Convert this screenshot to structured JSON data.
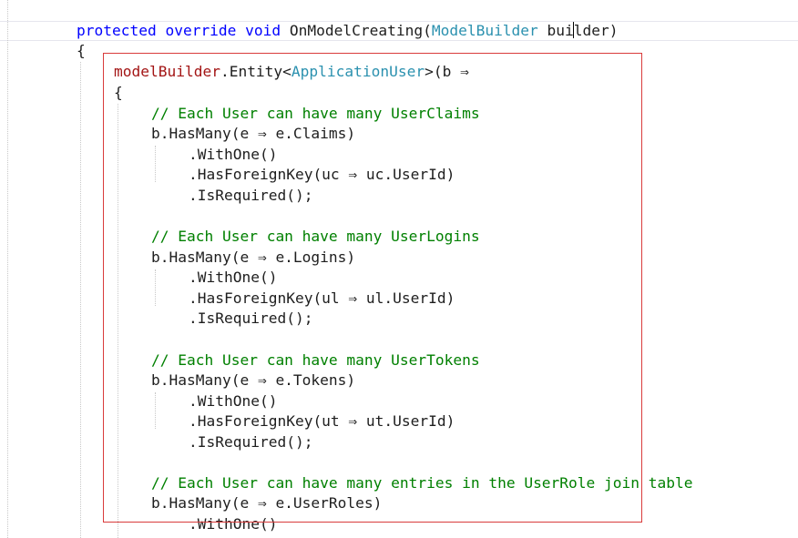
{
  "editor": {
    "signature": {
      "modifiers": "protected override void",
      "method": "OnModelCreating(",
      "param_type": "ModelBuilder",
      "param_name_before_caret": "bui",
      "param_name_after_caret": "lder",
      "close": ")"
    },
    "open_brace": "{",
    "entity_line": {
      "receiver": "modelBuilder",
      "call": ".Entity<",
      "generic_type": "ApplicationUser",
      "rest": ">(b ⇒"
    },
    "inner_brace": "{",
    "blocks": [
      {
        "comment": "// Each User can have many UserClaims",
        "has_many": "b.HasMany(e ⇒ e.Claims)",
        "with_one": ".WithOne()",
        "foreign_key": ".HasForeignKey(uc ⇒ uc.UserId)",
        "is_required": ".IsRequired();"
      },
      {
        "comment": "// Each User can have many UserLogins",
        "has_many": "b.HasMany(e ⇒ e.Logins)",
        "with_one": ".WithOne()",
        "foreign_key": ".HasForeignKey(ul ⇒ ul.UserId)",
        "is_required": ".IsRequired();"
      },
      {
        "comment": "// Each User can have many UserTokens",
        "has_many": "b.HasMany(e ⇒ e.Tokens)",
        "with_one": ".WithOne()",
        "foreign_key": ".HasForeignKey(ut ⇒ ut.UserId)",
        "is_required": ".IsRequired();"
      },
      {
        "comment": "// Each User can have many entries in the UserRole join table",
        "has_many": "b.HasMany(e ⇒ e.UserRoles)",
        "with_one": ".WithOne()"
      }
    ]
  },
  "colors": {
    "keyword": "#0000ff",
    "type": "#2b91af",
    "comment": "#008000",
    "highlighted_identifier": "#a31515",
    "annotation_box": "#d93b3b"
  }
}
